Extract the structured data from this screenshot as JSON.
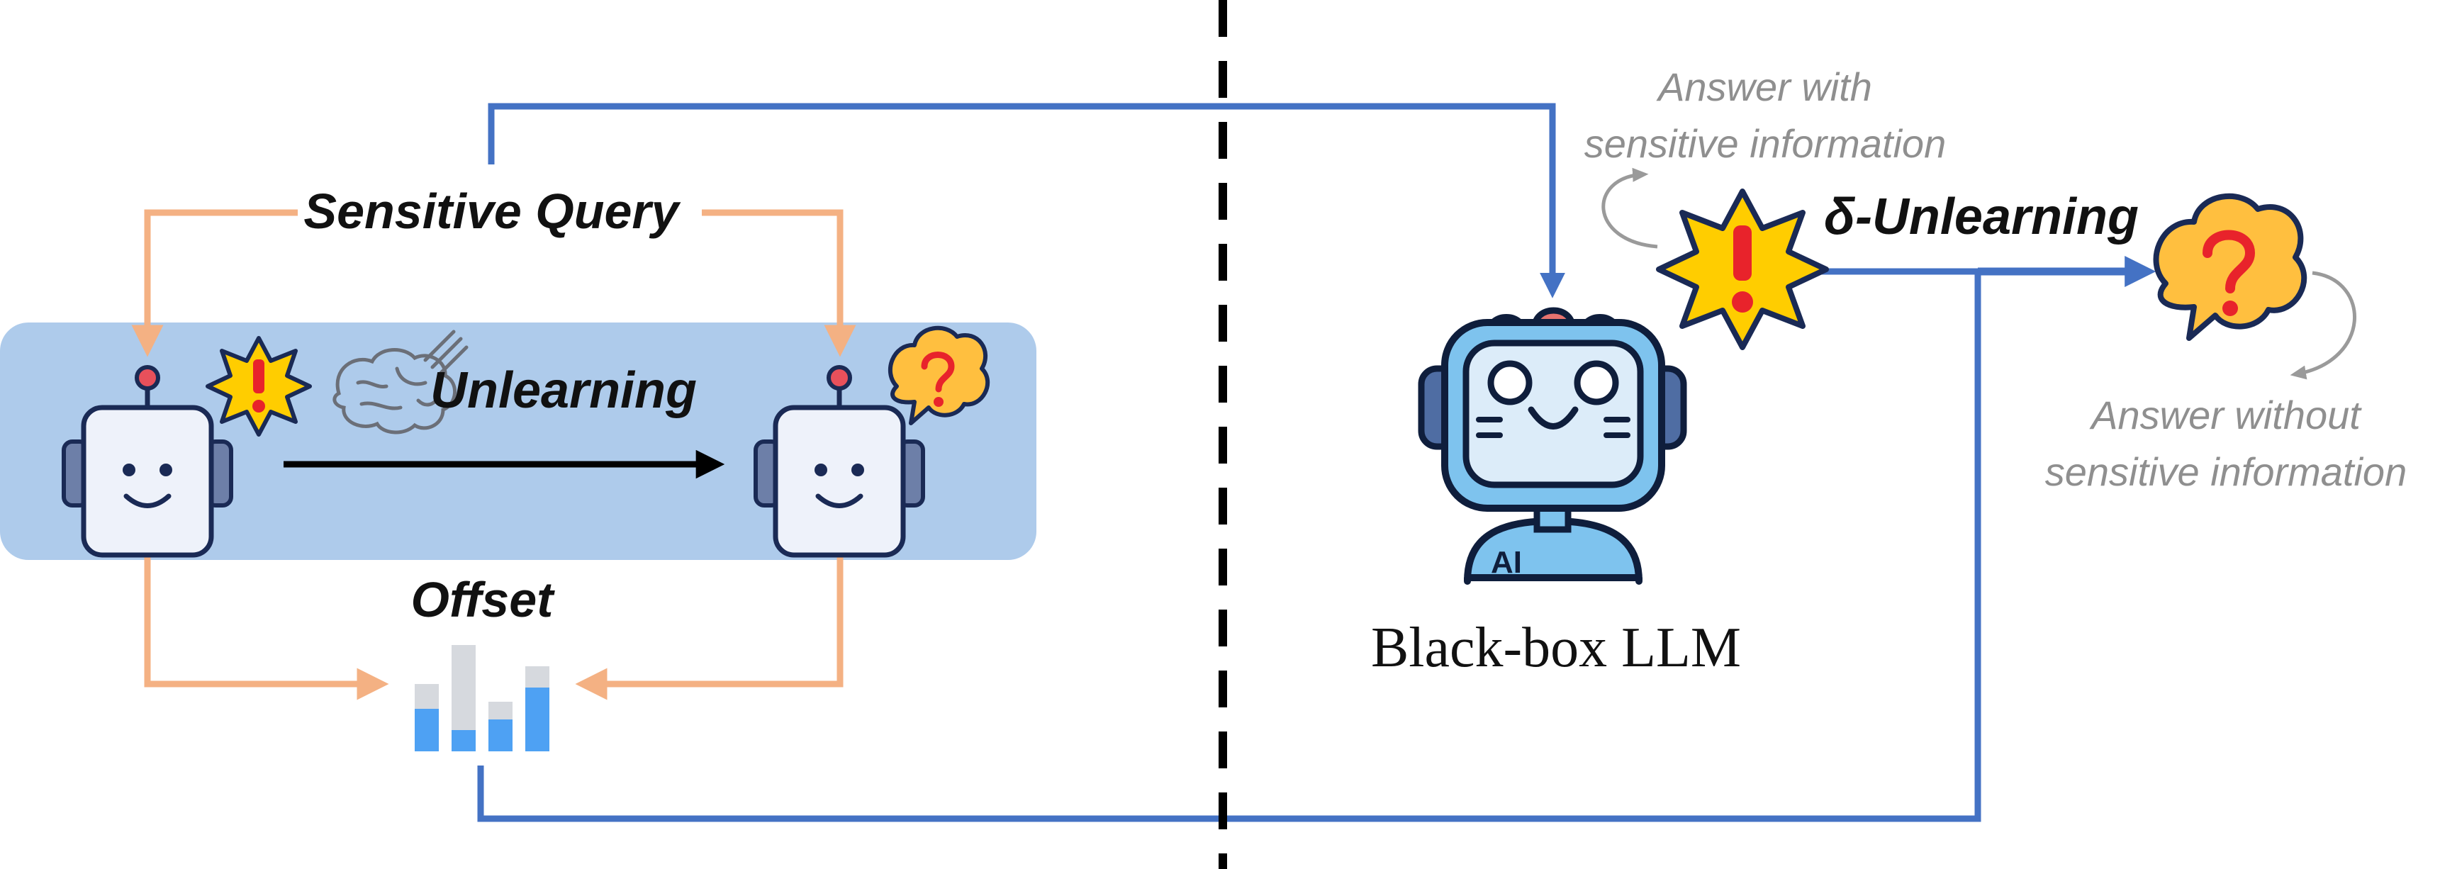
{
  "labels": {
    "sensitive_query": "Sensitive Query",
    "unlearning": "Unlearning",
    "offset": "Offset",
    "delta_unlearning": "δ-Unlearning",
    "black_box_llm": "Black-box LLM",
    "answer_with_line1": "Answer with",
    "answer_with_line2": "sensitive information",
    "answer_without_line1": "Answer without",
    "answer_without_line2": "sensitive information",
    "ai_tag": "AI"
  },
  "icons": {
    "warning": "warning-starburst-icon",
    "question": "question-bubble-icon",
    "brain": "brain-icon",
    "robot": "robot-icon",
    "offset_chart": "bar-chart-icon"
  },
  "colors": {
    "orange_arrow": "#f4b183",
    "blue_line": "#4472c4",
    "panel": "#aecbeb",
    "warning_fill": "#ffcd00",
    "question_fill": "#ffbf3f",
    "bar_blue": "#4ea1f3",
    "bar_gray": "#d6d9de"
  }
}
